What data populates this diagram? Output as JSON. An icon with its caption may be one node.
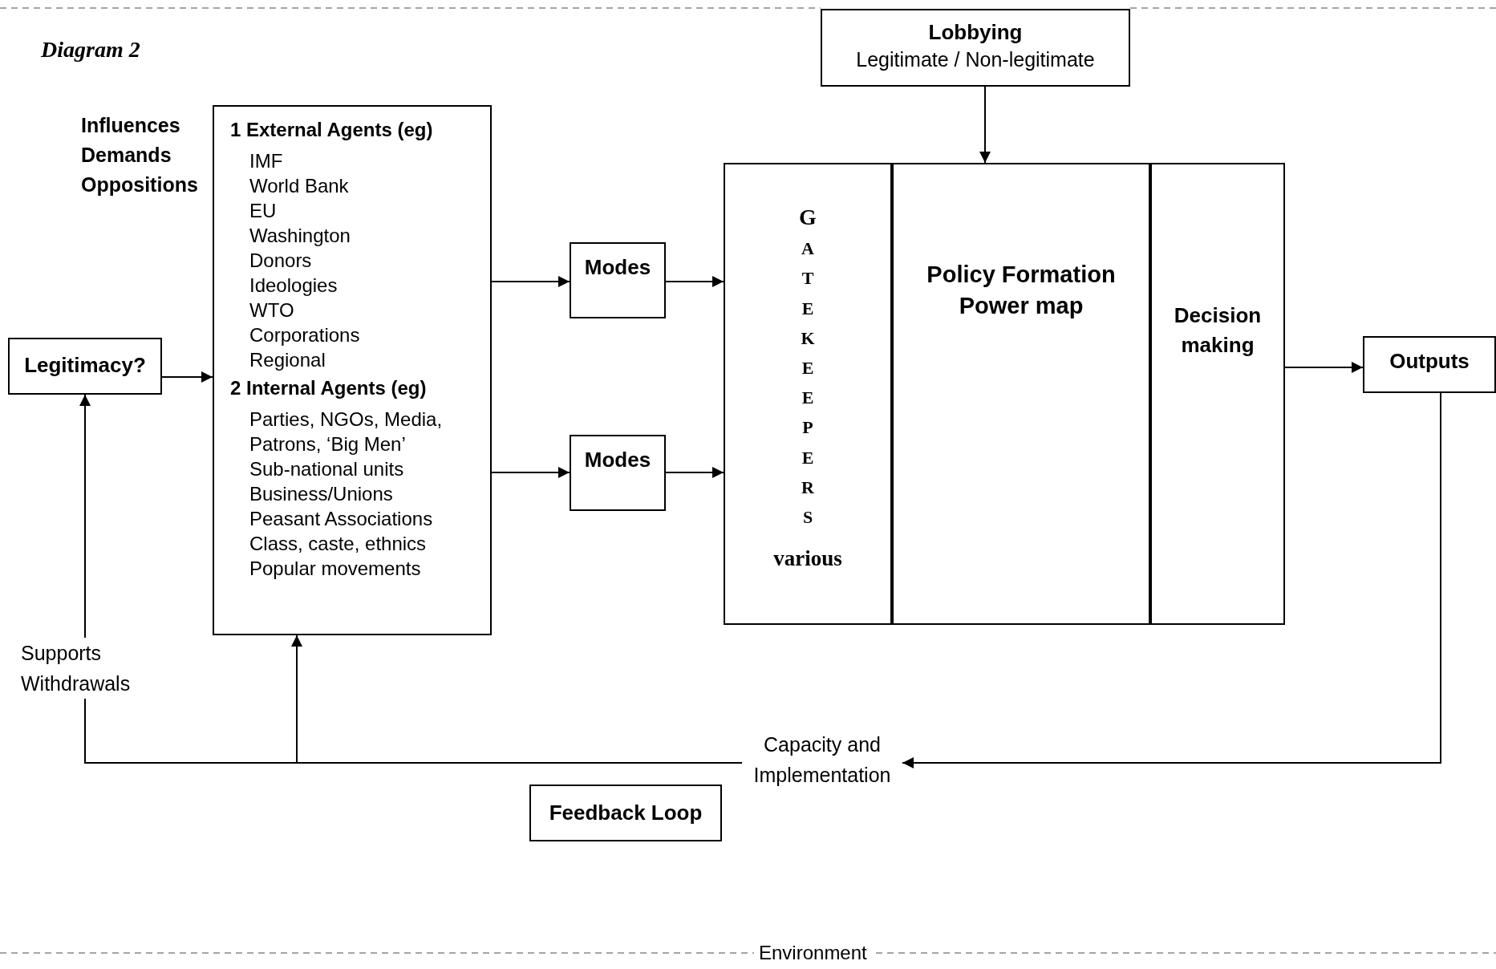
{
  "diagram": {
    "nodes": [
      {
        "text": [
          "Lobbying",
          "Legitimate / Non-legitimate"
        ]
      },
      {
        "text": [
          "Legitimacy?"
        ]
      },
      {
        "text": [
          "1 External Agents (eg)",
          "IMF",
          "World Bank",
          "EU",
          "Washington",
          "Donors",
          "Ideologies",
          "WTO",
          "Corporations",
          "Regional",
          "2 Internal Agents (eg)",
          "Parties, NGOs, Media, Patrons, ‘Big Men’",
          "Sub-national units",
          "Business/Unions",
          "Peasant Associations",
          "Class, caste, ethnics",
          "Popular movements"
        ]
      },
      {
        "text": [
          "Modes"
        ]
      },
      {
        "text": [
          "Modes"
        ]
      },
      {
        "text": [
          "GATEKEEPERS",
          "various"
        ]
      },
      {
        "text": [
          "Policy Formation Power map"
        ]
      },
      {
        "text": [
          "Decision making"
        ]
      },
      {
        "text": [
          "Outputs"
        ]
      },
      {
        "text": [
          "Capacity and Implementation"
        ]
      },
      {
        "text": [
          "Feedback Loop"
        ]
      }
    ],
    "edges": [
      {
        "from": 0,
        "to": 6,
        "arrow": "to"
      },
      {
        "from": 1,
        "to": 2,
        "arrow": "to"
      },
      {
        "from": 2,
        "to": 3,
        "arrow": "to"
      },
      {
        "from": 2,
        "to": 4,
        "arrow": "to"
      },
      {
        "from": 3,
        "to": 5,
        "arrow": "to"
      },
      {
        "from": 4,
        "to": 5,
        "arrow": "to"
      },
      {
        "from": 7,
        "to": 8,
        "arrow": "to"
      },
      {
        "from": 8,
        "to": 9,
        "arrow": "to"
      },
      {
        "from": 9,
        "to": 2,
        "arrow": "to"
      },
      {
        "from": 9,
        "to": 1,
        "arrow": "to",
        "label": "Supports Withdrawals"
      }
    ],
    "title": "Diagram 2",
    "labels": [
      "Influences",
      "Demands",
      "Oppositions",
      "Environment"
    ]
  }
}
